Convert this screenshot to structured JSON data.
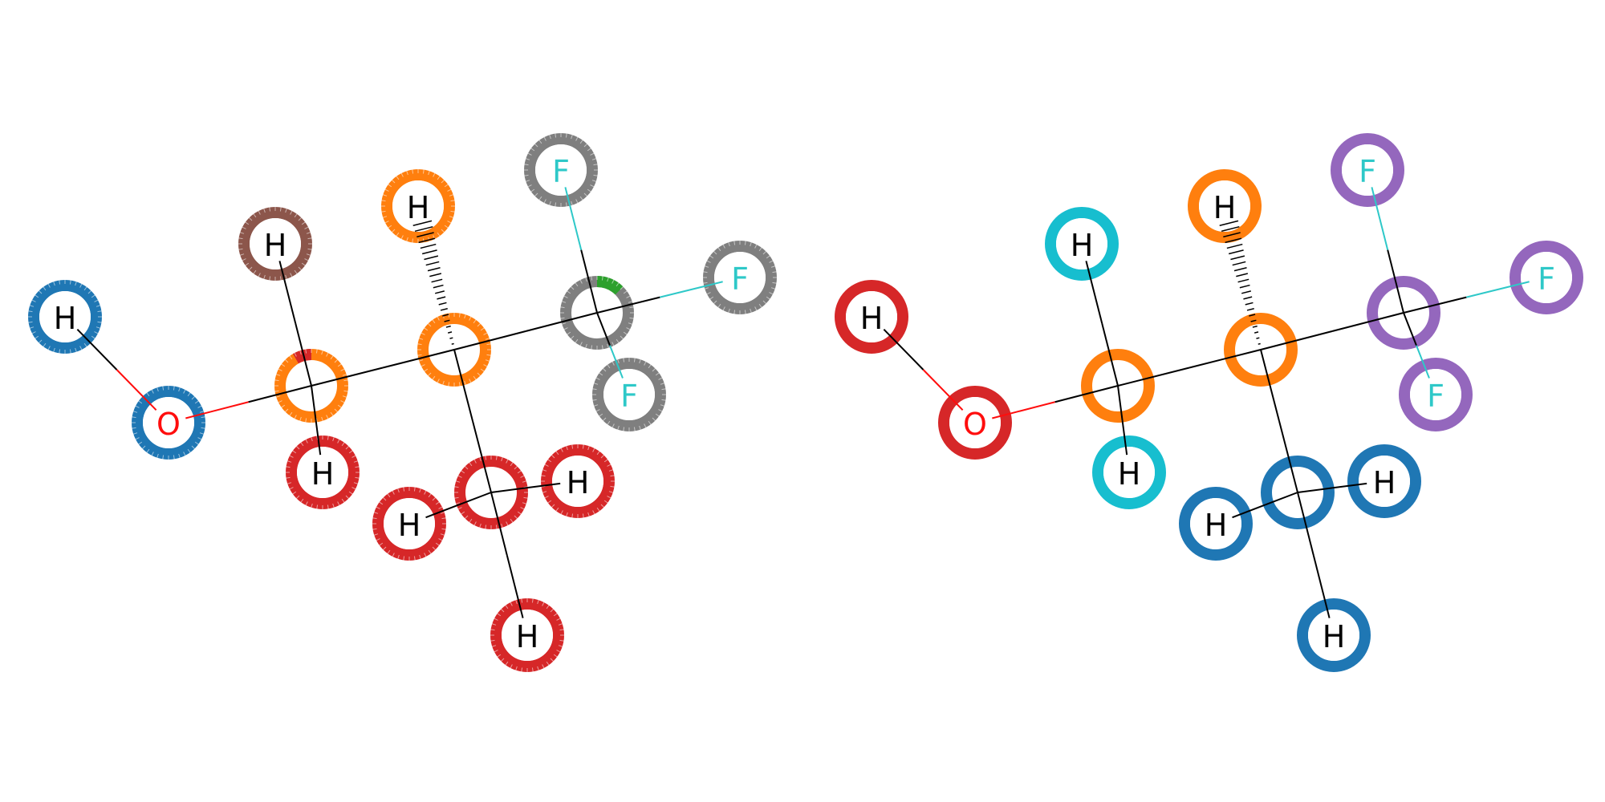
{
  "atom_colors": {
    "H": "#000000",
    "O": "#ff0d0d",
    "F": "#2ec8c8",
    "C": "#000000"
  },
  "panels": [
    {
      "name": "left",
      "ring_style": "ticked",
      "atoms": [
        {
          "id": "h1",
          "element": "H",
          "label": "H",
          "ring": "#1f77b4"
        },
        {
          "id": "o",
          "element": "O",
          "label": "O",
          "ring": "#1f77b4"
        },
        {
          "id": "h2",
          "element": "H",
          "label": "H",
          "ring": "#8c564b"
        },
        {
          "id": "c1",
          "element": "C",
          "label": "",
          "ring": "#ff7f0e",
          "arc": {
            "color": "#d62728",
            "from": 330,
            "to": 360
          }
        },
        {
          "id": "h3",
          "element": "H",
          "label": "H",
          "ring": "#d62728"
        },
        {
          "id": "h4",
          "element": "H",
          "label": "H",
          "ring": "#ff7f0e"
        },
        {
          "id": "c2",
          "element": "C",
          "label": "",
          "ring": "#ff7f0e"
        },
        {
          "id": "c3",
          "element": "C",
          "label": "",
          "ring": "#d62728"
        },
        {
          "id": "h5",
          "element": "H",
          "label": "H",
          "ring": "#d62728"
        },
        {
          "id": "h6",
          "element": "H",
          "label": "H",
          "ring": "#d62728"
        },
        {
          "id": "h7",
          "element": "H",
          "label": "H",
          "ring": "#d62728"
        },
        {
          "id": "f1",
          "element": "F",
          "label": "F",
          "ring": "#7f7f7f"
        },
        {
          "id": "c4",
          "element": "C",
          "label": "",
          "ring": "#7f7f7f",
          "arc": {
            "color": "#2ca02c",
            "from": 0,
            "to": 45
          }
        },
        {
          "id": "f2",
          "element": "F",
          "label": "F",
          "ring": "#7f7f7f"
        },
        {
          "id": "f3",
          "element": "F",
          "label": "F",
          "ring": "#7f7f7f"
        }
      ]
    },
    {
      "name": "right",
      "ring_style": "solid",
      "atoms": [
        {
          "id": "h1",
          "element": "H",
          "label": "H",
          "ring": "#d62728"
        },
        {
          "id": "o",
          "element": "O",
          "label": "O",
          "ring": "#d62728"
        },
        {
          "id": "h2",
          "element": "H",
          "label": "H",
          "ring": "#17becf"
        },
        {
          "id": "c1",
          "element": "C",
          "label": "",
          "ring": "#ff7f0e"
        },
        {
          "id": "h3",
          "element": "H",
          "label": "H",
          "ring": "#17becf"
        },
        {
          "id": "h4",
          "element": "H",
          "label": "H",
          "ring": "#ff7f0e"
        },
        {
          "id": "c2",
          "element": "C",
          "label": "",
          "ring": "#ff7f0e"
        },
        {
          "id": "c3",
          "element": "C",
          "label": "",
          "ring": "#1f77b4"
        },
        {
          "id": "h5",
          "element": "H",
          "label": "H",
          "ring": "#1f77b4"
        },
        {
          "id": "h6",
          "element": "H",
          "label": "H",
          "ring": "#1f77b4"
        },
        {
          "id": "h7",
          "element": "H",
          "label": "H",
          "ring": "#1f77b4"
        },
        {
          "id": "f1",
          "element": "F",
          "label": "F",
          "ring": "#9467bd"
        },
        {
          "id": "c4",
          "element": "C",
          "label": "",
          "ring": "#9467bd"
        },
        {
          "id": "f2",
          "element": "F",
          "label": "F",
          "ring": "#9467bd"
        },
        {
          "id": "f3",
          "element": "F",
          "label": "F",
          "ring": "#9467bd"
        }
      ]
    }
  ],
  "bonds": [
    {
      "a": "h1",
      "b": "o",
      "type": "single"
    },
    {
      "a": "o",
      "b": "c1",
      "type": "single"
    },
    {
      "a": "c1",
      "b": "h2",
      "type": "single"
    },
    {
      "a": "c1",
      "b": "h3",
      "type": "single"
    },
    {
      "a": "c1",
      "b": "c2",
      "type": "single"
    },
    {
      "a": "c2",
      "b": "h4",
      "type": "hashed-wedge"
    },
    {
      "a": "c2",
      "b": "c3",
      "type": "single"
    },
    {
      "a": "c2",
      "b": "c4",
      "type": "single"
    },
    {
      "a": "c3",
      "b": "h5",
      "type": "single"
    },
    {
      "a": "c3",
      "b": "h6",
      "type": "single"
    },
    {
      "a": "c3",
      "b": "h7",
      "type": "single"
    },
    {
      "a": "c4",
      "b": "f1",
      "type": "single"
    },
    {
      "a": "c4",
      "b": "f2",
      "type": "single"
    },
    {
      "a": "c4",
      "b": "f3",
      "type": "single"
    }
  ]
}
